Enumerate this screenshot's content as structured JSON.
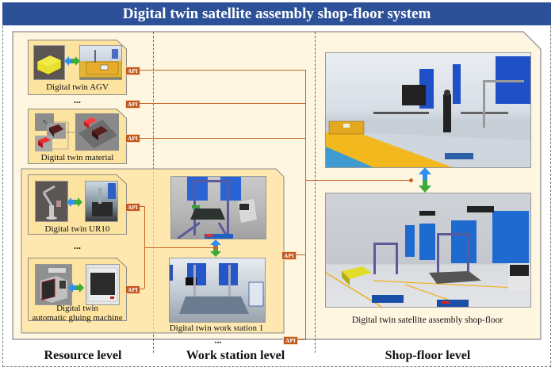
{
  "title": "Digital twin satellite assembly shop-floor system",
  "levels": {
    "resource": "Resource level",
    "workstation": "Work station level",
    "shopfloor": "Shop-floor level"
  },
  "resources": {
    "agv": "Digital twin AGV",
    "material": "Digital twin material",
    "ur10": "Digital twin UR10",
    "gluing_line1": "Digital twin",
    "gluing_line2": "automatic gluing machine",
    "ellipsis": "..."
  },
  "workstation": {
    "caption": "Digital twin work station 1",
    "ellipsis": "..."
  },
  "shopfloor": {
    "caption": "Digital twin satellite assembly shop-floor"
  },
  "api_label": "API",
  "colors": {
    "title_bg": "#2d5198",
    "panel_bg": "#fef6e0",
    "card_bg": "#fde3a0",
    "api_bg": "#c3571c",
    "connector": "#c8662a",
    "arrow_blue": "#2e8ff0",
    "arrow_green": "#3aaa3a"
  }
}
